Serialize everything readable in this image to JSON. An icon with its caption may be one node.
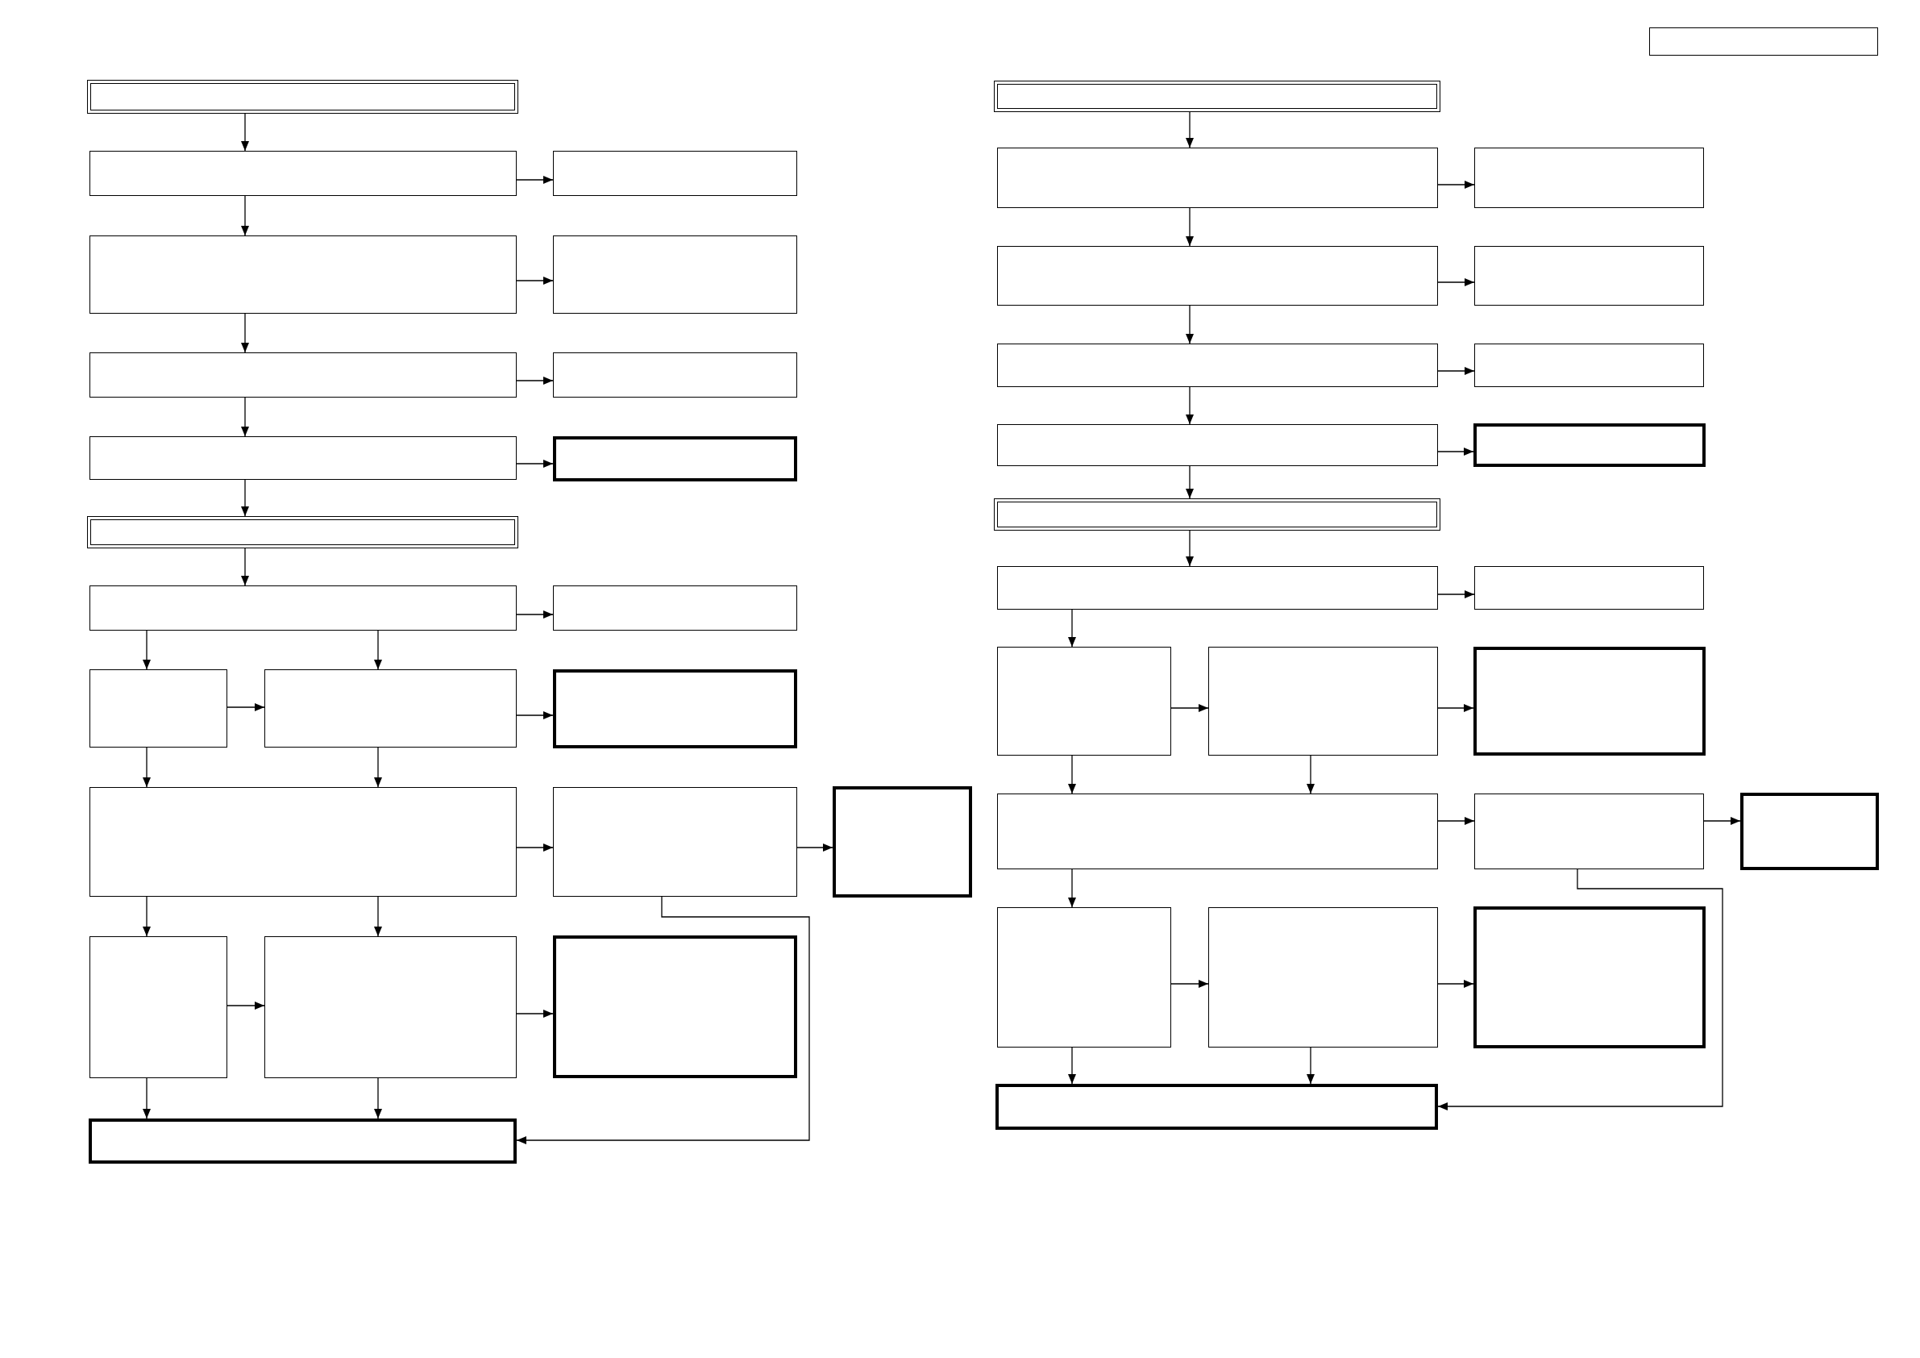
{
  "diagram": {
    "nodes": [
      {
        "text": [],
        "shape": "box"
      },
      {
        "text": [],
        "shape": "box"
      },
      {
        "text": [],
        "shape": "box"
      },
      {
        "text": [],
        "shape": "box"
      },
      {
        "text": [],
        "shape": "box"
      },
      {
        "text": [],
        "shape": "box"
      },
      {
        "text": [],
        "shape": "box"
      },
      {
        "text": [],
        "shape": "box"
      },
      {
        "text": [],
        "shape": "box"
      },
      {
        "text": [],
        "shape": "box"
      },
      {
        "text": [],
        "shape": "box"
      },
      {
        "text": [],
        "shape": "box"
      },
      {
        "text": [],
        "shape": "box"
      },
      {
        "text": [],
        "shape": "box"
      },
      {
        "text": [],
        "shape": "box"
      },
      {
        "text": [],
        "shape": "box"
      },
      {
        "text": [],
        "shape": "box"
      },
      {
        "text": [],
        "shape": "box"
      },
      {
        "text": [],
        "shape": "box"
      },
      {
        "text": [],
        "shape": "box"
      },
      {
        "text": [],
        "shape": "box"
      },
      {
        "text": [],
        "shape": "box"
      },
      {
        "text": [],
        "shape": "box"
      },
      {
        "text": [],
        "shape": "box"
      },
      {
        "text": [],
        "shape": "box"
      },
      {
        "text": [],
        "shape": "box"
      },
      {
        "text": [],
        "shape": "box"
      },
      {
        "text": [],
        "shape": "box"
      },
      {
        "text": [],
        "shape": "box"
      },
      {
        "text": [],
        "shape": "box"
      },
      {
        "text": [],
        "shape": "box"
      },
      {
        "text": [],
        "shape": "box"
      },
      {
        "text": [],
        "shape": "box"
      },
      {
        "text": [],
        "shape": "box"
      },
      {
        "text": [],
        "shape": "box"
      },
      {
        "text": [],
        "shape": "box"
      },
      {
        "text": [],
        "shape": "box"
      },
      {
        "text": [],
        "shape": "box"
      },
      {
        "text": [],
        "shape": "box"
      },
      {
        "text": [],
        "shape": "box"
      },
      {
        "text": [],
        "shape": "box"
      },
      {
        "text": [],
        "shape": "box"
      },
      {
        "text": [],
        "shape": "box"
      },
      {
        "text": [],
        "shape": "box"
      },
      {
        "text": [],
        "shape": "box"
      }
    ],
    "edges": [
      {
        "from": 1,
        "to": 2,
        "arrow": "to"
      },
      {
        "from": 2,
        "to": 3,
        "arrow": "to"
      },
      {
        "from": 2,
        "to": 4,
        "arrow": "to"
      },
      {
        "from": 4,
        "to": 5,
        "arrow": "to"
      },
      {
        "from": 4,
        "to": 6,
        "arrow": "to"
      },
      {
        "from": 6,
        "to": 7,
        "arrow": "to"
      },
      {
        "from": 6,
        "to": 8,
        "arrow": "to"
      },
      {
        "from": 8,
        "to": 9,
        "arrow": "to"
      },
      {
        "from": 8,
        "to": 10,
        "arrow": "to"
      },
      {
        "from": 10,
        "to": 11,
        "arrow": "to"
      },
      {
        "from": 11,
        "to": 12,
        "arrow": "to"
      },
      {
        "from": 11,
        "to": 13,
        "arrow": "to"
      },
      {
        "from": 11,
        "to": 14,
        "arrow": "to"
      },
      {
        "from": 13,
        "to": 14,
        "arrow": "to"
      },
      {
        "from": 14,
        "to": 15,
        "arrow": "to"
      },
      {
        "from": 13,
        "to": 16,
        "arrow": "to"
      },
      {
        "from": 14,
        "to": 16,
        "arrow": "to"
      },
      {
        "from": 16,
        "to": 17,
        "arrow": "to"
      },
      {
        "from": 17,
        "to": 18,
        "arrow": "to"
      },
      {
        "from": 16,
        "to": 19,
        "arrow": "to"
      },
      {
        "from": 16,
        "to": 20,
        "arrow": "to"
      },
      {
        "from": 19,
        "to": 20,
        "arrow": "to"
      },
      {
        "from": 20,
        "to": 21,
        "arrow": "to"
      },
      {
        "from": 19,
        "to": 22,
        "arrow": "to"
      },
      {
        "from": 20,
        "to": 22,
        "arrow": "to"
      },
      {
        "from": 17,
        "to": 22,
        "arrow": "to"
      },
      {
        "from": 23,
        "to": 24,
        "arrow": "to"
      },
      {
        "from": 24,
        "to": 25,
        "arrow": "to"
      },
      {
        "from": 24,
        "to": 26,
        "arrow": "to"
      },
      {
        "from": 26,
        "to": 27,
        "arrow": "to"
      },
      {
        "from": 26,
        "to": 28,
        "arrow": "to"
      },
      {
        "from": 28,
        "to": 29,
        "arrow": "to"
      },
      {
        "from": 28,
        "to": 30,
        "arrow": "to"
      },
      {
        "from": 30,
        "to": 31,
        "arrow": "to"
      },
      {
        "from": 30,
        "to": 32,
        "arrow": "to"
      },
      {
        "from": 32,
        "to": 33,
        "arrow": "to"
      },
      {
        "from": 33,
        "to": 34,
        "arrow": "to"
      },
      {
        "from": 33,
        "to": 35,
        "arrow": "to"
      },
      {
        "from": 35,
        "to": 36,
        "arrow": "to"
      },
      {
        "from": 36,
        "to": 37,
        "arrow": "to"
      },
      {
        "from": 35,
        "to": 38,
        "arrow": "to"
      },
      {
        "from": 36,
        "to": 38,
        "arrow": "to"
      },
      {
        "from": 38,
        "to": 39,
        "arrow": "to"
      },
      {
        "from": 39,
        "to": 40,
        "arrow": "to"
      },
      {
        "from": 38,
        "to": 41,
        "arrow": "to"
      },
      {
        "from": 41,
        "to": 42,
        "arrow": "to"
      },
      {
        "from": 42,
        "to": 43,
        "arrow": "to"
      },
      {
        "from": 41,
        "to": 44,
        "arrow": "to"
      },
      {
        "from": 42,
        "to": 44,
        "arrow": "to"
      },
      {
        "from": 39,
        "to": 44,
        "arrow": "to"
      }
    ]
  }
}
